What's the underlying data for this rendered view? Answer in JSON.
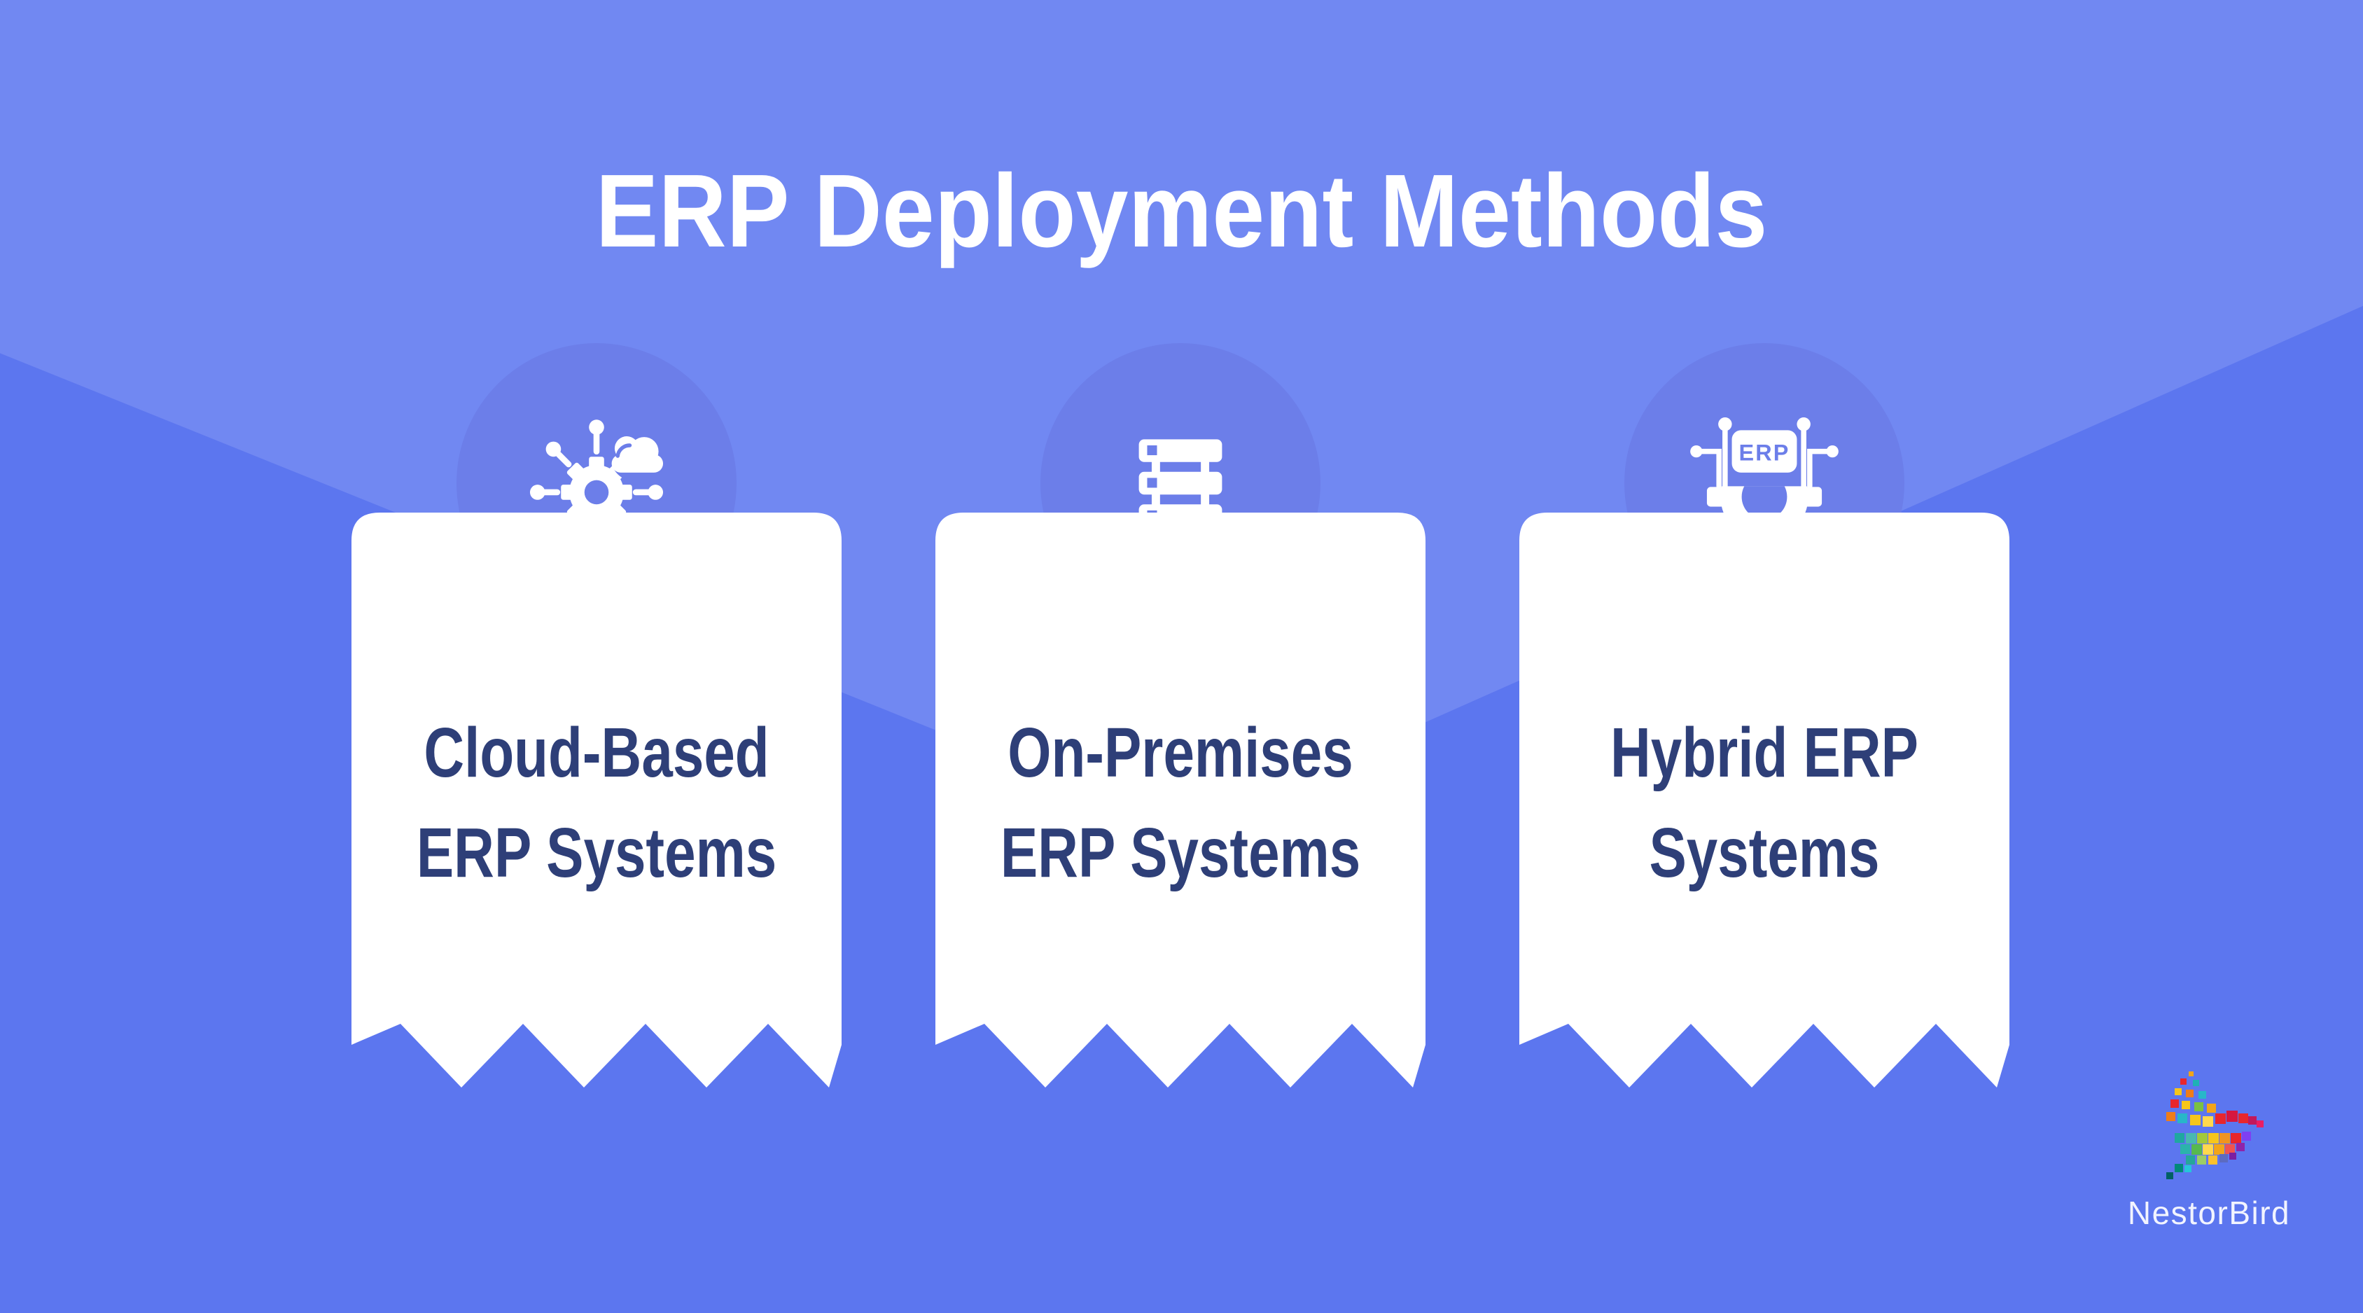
{
  "title": "ERP Deployment Methods",
  "cards": [
    {
      "line1": "Cloud-Based",
      "line2": "ERP Systems",
      "icon": "cloud-network-gear-icon"
    },
    {
      "line1": "On-Premises",
      "line2": "ERP Systems",
      "icon": "server-rack-icon"
    },
    {
      "line1": "Hybrid ERP",
      "line2": "Systems",
      "icon": "erp-gear-circuit-icon",
      "icon_label": "ERP"
    }
  ],
  "brand": {
    "name": "NestorBird"
  },
  "colors": {
    "background_top": "#7188F2",
    "background_bottom": "#5C76EF",
    "badge_circle": "#6C7EE9",
    "card_background": "#FFFFFF",
    "card_text": "#2E3F78",
    "title_text": "#FFFFFF"
  }
}
